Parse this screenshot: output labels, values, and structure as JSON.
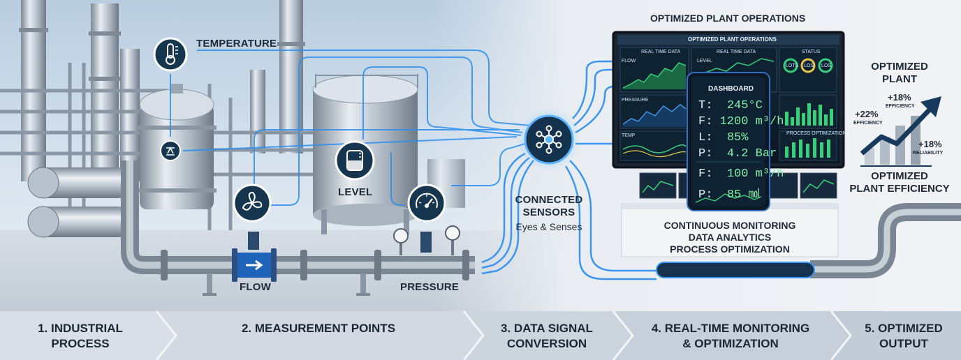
{
  "measurement_points": {
    "temperature": "TEMPERATURE",
    "level": "LEVEL",
    "flow": "FLOW",
    "pressure": "PRESSURE"
  },
  "connected_sensors": {
    "title_line1": "CONNECTED",
    "title_line2": "SENSORS",
    "subtitle": "Eyes & Senses"
  },
  "monitor": {
    "heading": "OPTIMIZED PLANT OPERATIONS",
    "screen_title": "OPTIMIZED PLANT OPERATIONS",
    "panel_labels": {
      "real_time_data_1": "REAL TIME DATA",
      "real_time_data_2": "REAL TIME DATA",
      "status": "STATUS",
      "flow": "FLOW",
      "level": "LEVEL",
      "pressure": "PRESSURE",
      "temp": "TEMP",
      "process_optimization": "PROCESS OPTIMIZATION"
    },
    "gauges": [
      "LOTS",
      "LOS",
      "LOS"
    ]
  },
  "dashboard": {
    "title": "DASHBOARD",
    "rows": [
      {
        "key": "T:",
        "value": "245°C"
      },
      {
        "key": "F:",
        "value": "1200 m³/h"
      },
      {
        "key": "L:",
        "value": "85%"
      },
      {
        "key": "P:",
        "value": "4.2 Bar"
      },
      {
        "key": "F:",
        "value": "100 m³/h"
      },
      {
        "key": "P:",
        "value": "85 ㏖"
      }
    ]
  },
  "monitoring_text": {
    "line1": "CONTINUOUS MONITORING",
    "line2": "DATA ANALYTICS",
    "line3": "PROCESS OPTIMIZATION"
  },
  "optimized_plant": {
    "title_line1": "OPTIMIZED",
    "title_line2": "PLANT",
    "stat_efficiency_top": "+18%",
    "stat_efficiency_top_label": "EFFICIENCY",
    "stat_efficiency_left": "+22%",
    "stat_efficiency_left_label": "EFFICIENCY",
    "stat_reliability": "+18%",
    "stat_reliability_label": "RELIABILITY",
    "bottom_line1": "OPTIMIZED",
    "bottom_line2": "PLANT EFFICIENCY"
  },
  "stages": [
    {
      "line1": "1. INDUSTRIAL",
      "line2": "PROCESS"
    },
    {
      "line1": "2. MEASUREMENT POINTS",
      "line2": ""
    },
    {
      "line1": "3. DATA SIGNAL",
      "line2": "CONVERSION"
    },
    {
      "line1": "4. REAL-TIME MONITORING",
      "line2": "& OPTIMIZATION"
    },
    {
      "line1": "5. OPTIMIZED",
      "line2": "OUTPUT"
    }
  ],
  "colors": {
    "accent_blue": "#2a8ff0",
    "navy": "#163650",
    "screen_bg": "#0d1c2b",
    "chart_green": "#35d07a"
  }
}
